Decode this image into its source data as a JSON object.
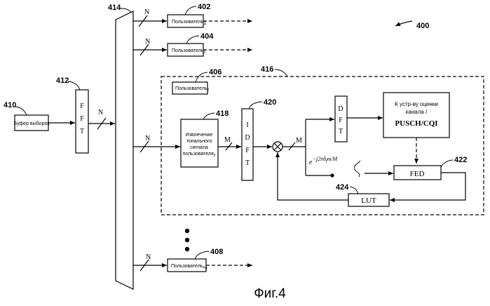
{
  "figure": {
    "id": "400",
    "caption": "Фиг.4"
  },
  "blocks": {
    "sample_buffer": {
      "label": "Буфер выборок",
      "ref": "410"
    },
    "fft": {
      "letters": [
        "F",
        "F",
        "T"
      ],
      "ref": "412"
    },
    "demux": {
      "ref": "414"
    },
    "user1": {
      "label": "Пользователь",
      "sub": "1",
      "ref": "402"
    },
    "user2": {
      "label": "Пользователь",
      "sub": "2",
      "ref": "404"
    },
    "user2_inner": {
      "label": "Пользователь",
      "sub": "2",
      "ref": "406"
    },
    "userK": {
      "label": "Пользователь",
      "sub": "Ku",
      "ref": "408"
    },
    "group": {
      "ref": "416"
    },
    "tone_extract": {
      "lines": [
        "Извлечение",
        "тонального",
        "сигнала"
      ],
      "last": "пользователя",
      "sub": "2",
      "ref": "418"
    },
    "idft": {
      "letters": [
        "I",
        "D",
        "F",
        "T"
      ],
      "ref": "420"
    },
    "dft": {
      "letters": [
        "D",
        "F",
        "T"
      ]
    },
    "channel_est": {
      "lines": [
        "К устр-ву оценки",
        "канала /"
      ],
      "bold": "PUSCH/CQI"
    },
    "fed": {
      "label": "FED",
      "ref": "422"
    },
    "lut": {
      "label": "LUT",
      "ref": "424"
    }
  },
  "signals": {
    "n": "N",
    "m": "M",
    "exp_base": "e",
    "exp_power": "−j2πδ",
    "exp_sub": "f",
    "exp_rest": "m/M"
  }
}
